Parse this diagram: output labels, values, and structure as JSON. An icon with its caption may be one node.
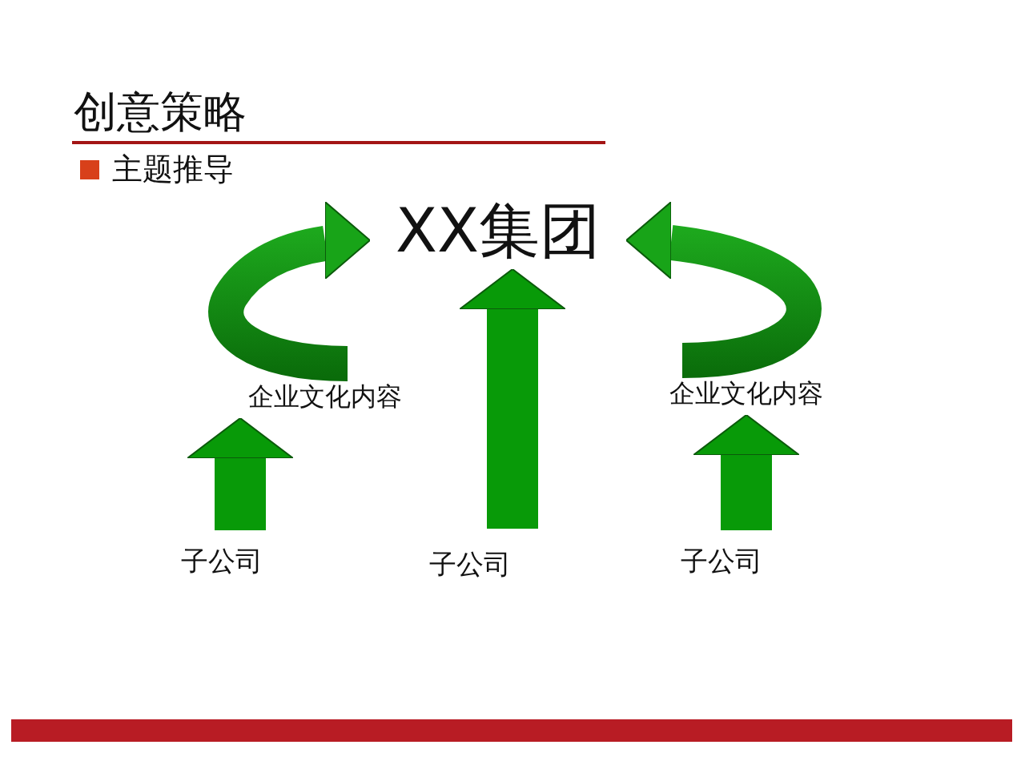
{
  "diagram": {
    "title": "创意策略",
    "nodes": [
      {
        "text": [
          "XX集团"
        ]
      },
      {
        "text": [
          "企业文化内容"
        ]
      },
      {
        "text": [
          "企业文化内容"
        ]
      },
      {
        "text": [
          "子公司"
        ]
      },
      {
        "text": [
          "子公司"
        ]
      },
      {
        "text": [
          "子公司"
        ]
      }
    ],
    "edges": [
      {
        "from": 1,
        "to": 0,
        "arrow": "to"
      },
      {
        "from": 2,
        "to": 0,
        "arrow": "to"
      },
      {
        "from": 3,
        "to": 1,
        "arrow": "to"
      },
      {
        "from": 4,
        "to": 0,
        "arrow": "to"
      },
      {
        "from": 5,
        "to": 2,
        "arrow": "to"
      }
    ],
    "labels": [
      "主题推导"
    ]
  }
}
